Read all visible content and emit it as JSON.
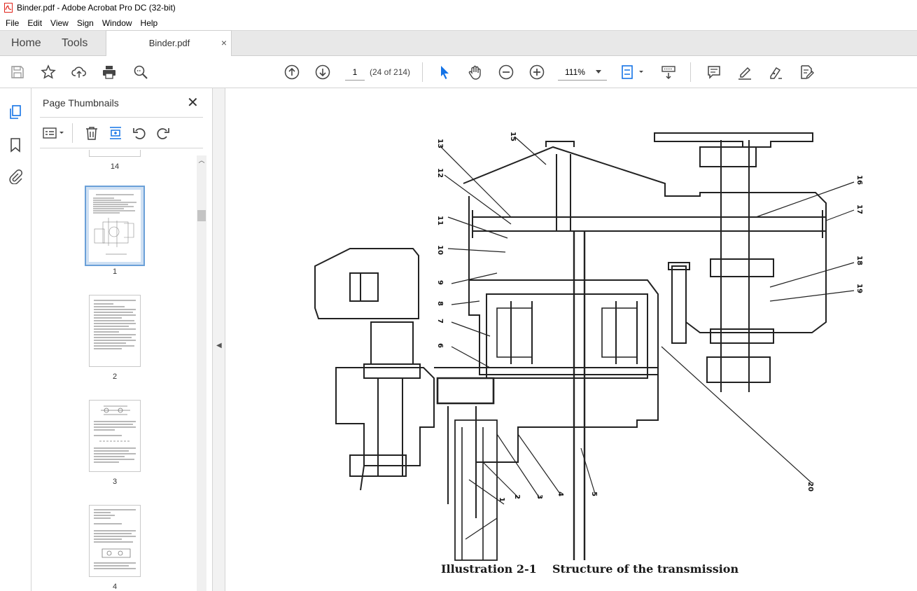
{
  "window": {
    "title": "Binder.pdf - Adobe Acrobat Pro DC (32-bit)"
  },
  "menu": {
    "items": [
      "File",
      "Edit",
      "View",
      "Sign",
      "Window",
      "Help"
    ]
  },
  "tabs": {
    "home": "Home",
    "tools": "Tools",
    "document": "Binder.pdf",
    "close_glyph": "×"
  },
  "toolbar": {
    "page_number": "1",
    "page_count": "(24 of 214)",
    "zoom": "111%",
    "icons": [
      "save-icon",
      "bookmark-star-icon",
      "share-upload-icon",
      "print-icon",
      "find-zoom-icon",
      "previous-page-icon",
      "next-page-icon",
      "select-cursor-icon",
      "hand-tool-icon",
      "zoom-out-icon",
      "zoom-in-icon",
      "fit-page-icon",
      "scroll-mode-icon",
      "comment-icon",
      "highlight-icon",
      "fill-sign-icon",
      "edit-pdf-icon"
    ]
  },
  "sidebar": {
    "panel_title": "Page Thumbnails",
    "close_glyph": "✕",
    "thumbnails": [
      {
        "label": "14"
      },
      {
        "label": "1"
      },
      {
        "label": "2"
      },
      {
        "label": "3"
      },
      {
        "label": "4"
      }
    ],
    "selected_index": 1
  },
  "document": {
    "callout_numbers": [
      "1",
      "2",
      "3",
      "4",
      "5",
      "6",
      "7",
      "8",
      "9",
      "10",
      "11",
      "12",
      "13",
      "15",
      "16",
      "17",
      "18",
      "19",
      "20"
    ],
    "caption_number": "Illustration 2-1",
    "caption_text": "Structure of the transmission"
  },
  "colors": {
    "accent": "#1473e6",
    "selected_thumb_border": "#6aa0d8",
    "acrobat_red": "#e0261d"
  }
}
